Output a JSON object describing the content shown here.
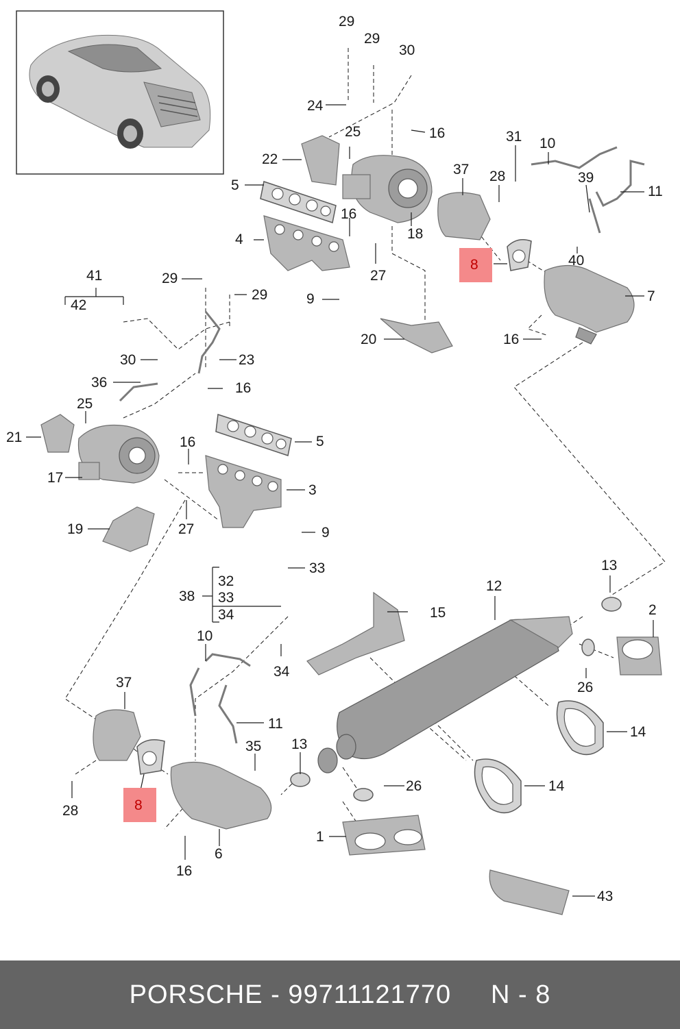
{
  "brand": "PORSCHE",
  "part_number": "99711121770",
  "separator": "-",
  "diagram_ref": "N - 8",
  "highlight_color": "#f4898a",
  "footer_color": "#646464",
  "labels": {
    "l29a": "29",
    "l29b": "29",
    "l30a": "30",
    "l24": "24",
    "l16a": "16",
    "l25a": "25",
    "l22": "22",
    "l5a": "5",
    "l37a": "37",
    "l28a": "28",
    "l31": "31",
    "l10a": "10",
    "l39": "39",
    "l11a": "11",
    "l16b": "16",
    "l18": "18",
    "l4": "4",
    "l27a": "27",
    "l8a": "8",
    "l40": "40",
    "l9a": "9",
    "l7": "7",
    "l20": "20",
    "l16c": "16",
    "l41": "41",
    "l42": "42",
    "l29c": "29",
    "l29d": "29",
    "l30b": "30",
    "l23": "23",
    "l36": "36",
    "l16d": "16",
    "l25b": "25",
    "l21": "21",
    "l16e": "16",
    "l5b": "5",
    "l17": "17",
    "l3": "3",
    "l27b": "27",
    "l19": "19",
    "l9b": "9",
    "l32": "32",
    "l33a": "33",
    "l33b": "33",
    "l38": "38",
    "l34a": "34",
    "l34b": "34",
    "l12": "12",
    "l13a": "13",
    "l15": "15",
    "l2": "2",
    "l10b": "10",
    "l26a": "26",
    "l37b": "37",
    "l11b": "11",
    "l14a": "14",
    "l35": "35",
    "l13b": "13",
    "l14b": "14",
    "l8b": "8",
    "l26b": "26",
    "l28b": "28",
    "l1": "1",
    "l16f": "16",
    "l6": "6",
    "l43": "43"
  }
}
